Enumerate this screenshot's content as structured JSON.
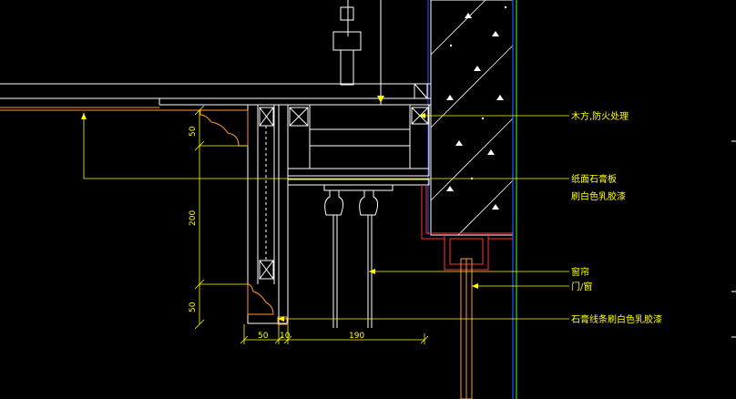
{
  "annotations": {
    "wood_fireproof": "木方,防火处理",
    "gypsum_board_line1": "纸面石膏板",
    "gypsum_board_line2": "刷白色乳胶漆",
    "curtain": "窗帘",
    "door_window": "门/窗",
    "plaster_molding": "石膏线条刷白色乳胶漆"
  },
  "dimensions": {
    "v_top": "50",
    "v_mid": "200",
    "v_bottom": "50",
    "h_left": "50",
    "h_small": "10",
    "h_right": "190"
  },
  "colors": {
    "background": "#000000",
    "white_lines": "#ffffff",
    "dimension_yellow": "#ffff00",
    "wall_red": "#ff3333",
    "molding_orange": "#ff9933",
    "grid_blue": "#3355ff",
    "grid_green": "#33ff33",
    "leader_yellow": "#ffff00"
  }
}
